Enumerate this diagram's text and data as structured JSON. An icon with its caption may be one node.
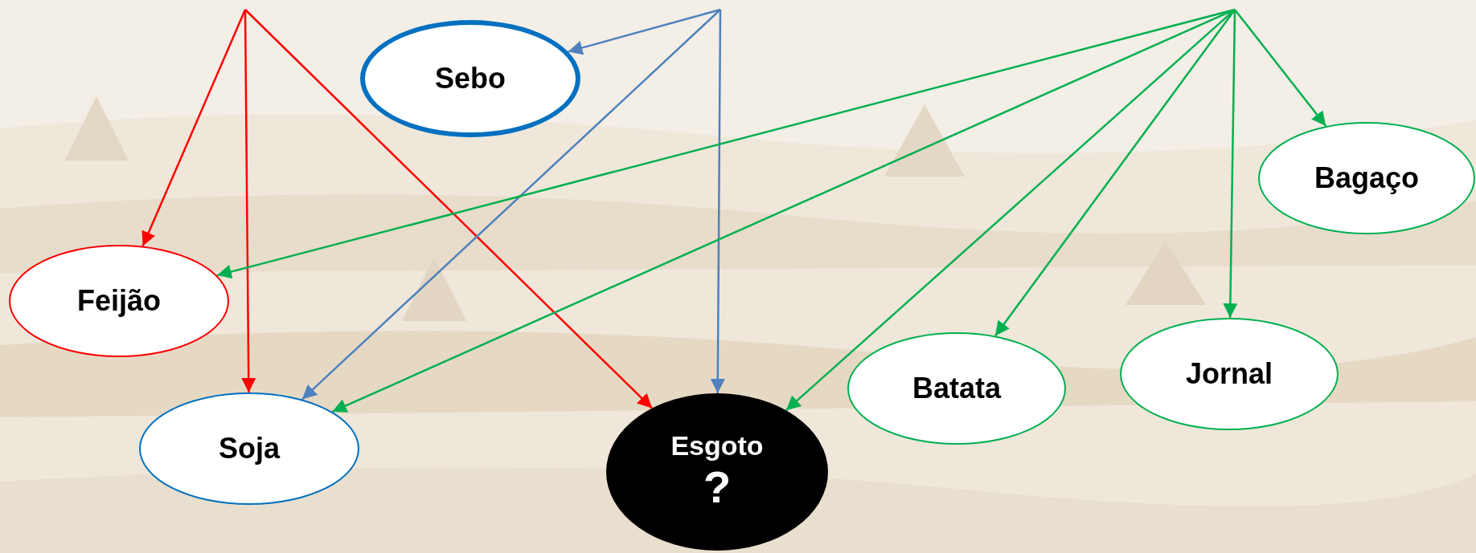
{
  "diagram": {
    "nodes": [
      {
        "text": [
          "Sebo"
        ]
      },
      {
        "text": [
          "Bagaço"
        ]
      },
      {
        "text": [
          "Feijão"
        ]
      },
      {
        "text": [
          "Jornal"
        ]
      },
      {
        "text": [
          "Batata"
        ]
      },
      {
        "text": [
          "Soja"
        ]
      },
      {
        "text": [
          "Esgoto",
          "?"
        ]
      }
    ],
    "edges": [
      {
        "from": null,
        "to": 2,
        "arrow": "to",
        "color": "#ff0000"
      },
      {
        "from": null,
        "to": 5,
        "arrow": "to",
        "color": "#ff0000"
      },
      {
        "from": null,
        "to": 6,
        "arrow": "to",
        "color": "#ff0000"
      },
      {
        "from": null,
        "to": 0,
        "arrow": "to",
        "color": "#4f81bd"
      },
      {
        "from": null,
        "to": 5,
        "arrow": "to",
        "color": "#4f81bd"
      },
      {
        "from": null,
        "to": 6,
        "arrow": "to",
        "color": "#4f81bd"
      },
      {
        "from": null,
        "to": 2,
        "arrow": "to"
      },
      {
        "from": null,
        "to": 5,
        "arrow": "to"
      },
      {
        "from": null,
        "to": 6,
        "arrow": "to"
      },
      {
        "from": null,
        "to": 4,
        "arrow": "to"
      },
      {
        "from": null,
        "to": 3,
        "arrow": "to"
      },
      {
        "from": null,
        "to": 1,
        "arrow": "to"
      }
    ]
  }
}
